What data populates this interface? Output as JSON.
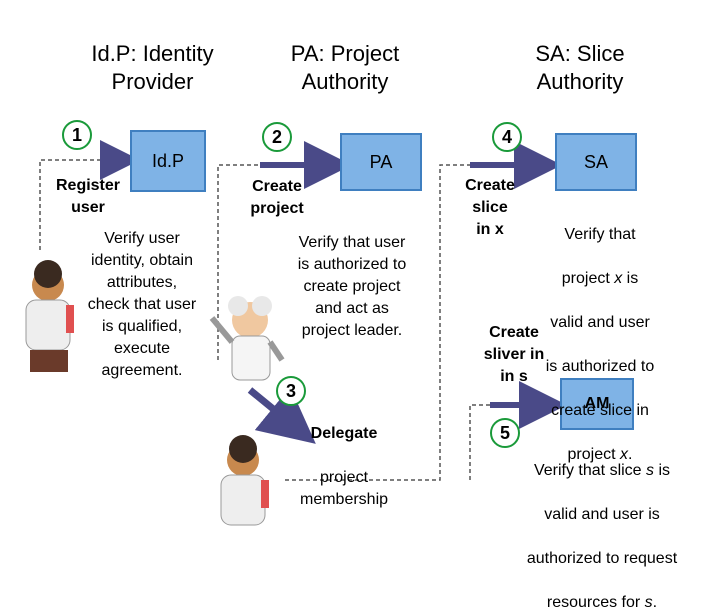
{
  "headers": {
    "idp": "Id.P: Identity\nProvider",
    "pa": "PA:  Project\nAuthority",
    "sa": "SA:  Slice\nAuthority"
  },
  "boxes": {
    "idp": "Id.P",
    "pa": "PA",
    "sa": "SA",
    "am": "AM"
  },
  "steps": {
    "s1": "1",
    "s2": "2",
    "s3": "3",
    "s4": "4",
    "s5": "5"
  },
  "labels": {
    "register_user": "Register\nuser",
    "create_project": "Create\nproject",
    "create_slice": "Create\nslice\nin x",
    "create_sliver": "Create\nsliver in\nin s",
    "delegate_main": "Delegate",
    "delegate_rest": "project\nmembership"
  },
  "notes": {
    "idp_note": "Verify user\nidentity, obtain\nattributes,\ncheck that user\nis qualified,\nexecute\nagreement.",
    "pa_note": "Verify that user\nis authorized to\ncreate project\nand act as\nproject leader.",
    "sa_note_1": "Verify that",
    "sa_note_2a": "project ",
    "sa_note_2b": "x",
    "sa_note_2c": " is",
    "sa_note_3": "valid and user",
    "sa_note_4": "is authorized to",
    "sa_note_5": "create slice in",
    "sa_note_6a": "project ",
    "sa_note_6b": "x",
    "sa_note_6c": ".",
    "am_note_1a": "Verify that slice ",
    "am_note_1b": "s",
    "am_note_1c": " is",
    "am_note_2": "valid and user is",
    "am_note_3": "authorized to request",
    "am_note_4a": "resources for ",
    "am_note_4b": "s",
    "am_note_4c": "."
  },
  "colors": {
    "box_fill": "#7fb3e6",
    "box_border": "#3f7fc0",
    "arrow": "#4a4a88",
    "dashed": "#555555",
    "step_circle": "#1a9a3a"
  }
}
